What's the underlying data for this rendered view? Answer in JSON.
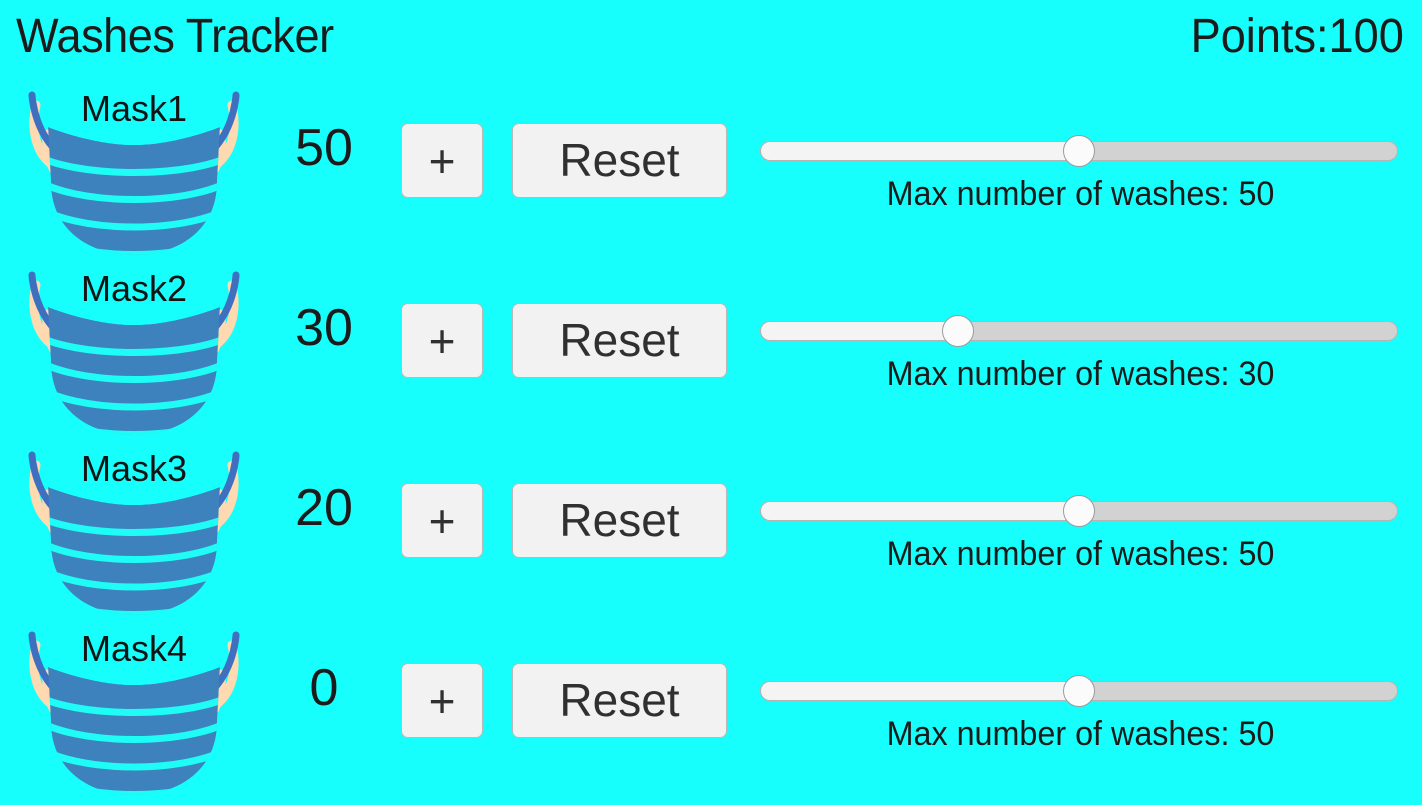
{
  "header": {
    "title": "Washes Tracker",
    "points_label": "Points:100"
  },
  "colors": {
    "background": "#17FFFD",
    "mask_body": "#3d82bd",
    "mask_pleat_line": "#1ffcf6",
    "mask_strap": "#3f6fbf",
    "mask_ear": "#ffd9b0",
    "button_face": "#F2F2F2",
    "button_border": "#B9B9B9",
    "track_left": "#F4F4F4",
    "track_right": "#D2D2D2",
    "thumb": "#FBFBFB",
    "text": "#1B1B1B"
  },
  "slider_caption_prefix": "Max number of washes: ",
  "buttons": {
    "increment_label": "+",
    "reset_label": "Reset"
  },
  "rows": [
    {
      "mask_label": "Mask1",
      "count": "50",
      "plus_label": "+",
      "reset_label": "Reset",
      "slider_value": 50,
      "slider_min": 0,
      "slider_max": 100,
      "slider_percent": 50,
      "caption": "Max number of washes: 50"
    },
    {
      "mask_label": "Mask2",
      "count": "30",
      "plus_label": "+",
      "reset_label": "Reset",
      "slider_value": 30,
      "slider_min": 0,
      "slider_max": 100,
      "slider_percent": 31,
      "caption": "Max number of washes: 30"
    },
    {
      "mask_label": "Mask3",
      "count": "20",
      "plus_label": "+",
      "reset_label": "Reset",
      "slider_value": 50,
      "slider_min": 0,
      "slider_max": 100,
      "slider_percent": 50,
      "caption": "Max number of washes: 50"
    },
    {
      "mask_label": "Mask4",
      "count": "0",
      "plus_label": "+",
      "reset_label": "Reset",
      "slider_value": 50,
      "slider_min": 0,
      "slider_max": 100,
      "slider_percent": 50,
      "caption": "Max number of washes: 50"
    }
  ]
}
